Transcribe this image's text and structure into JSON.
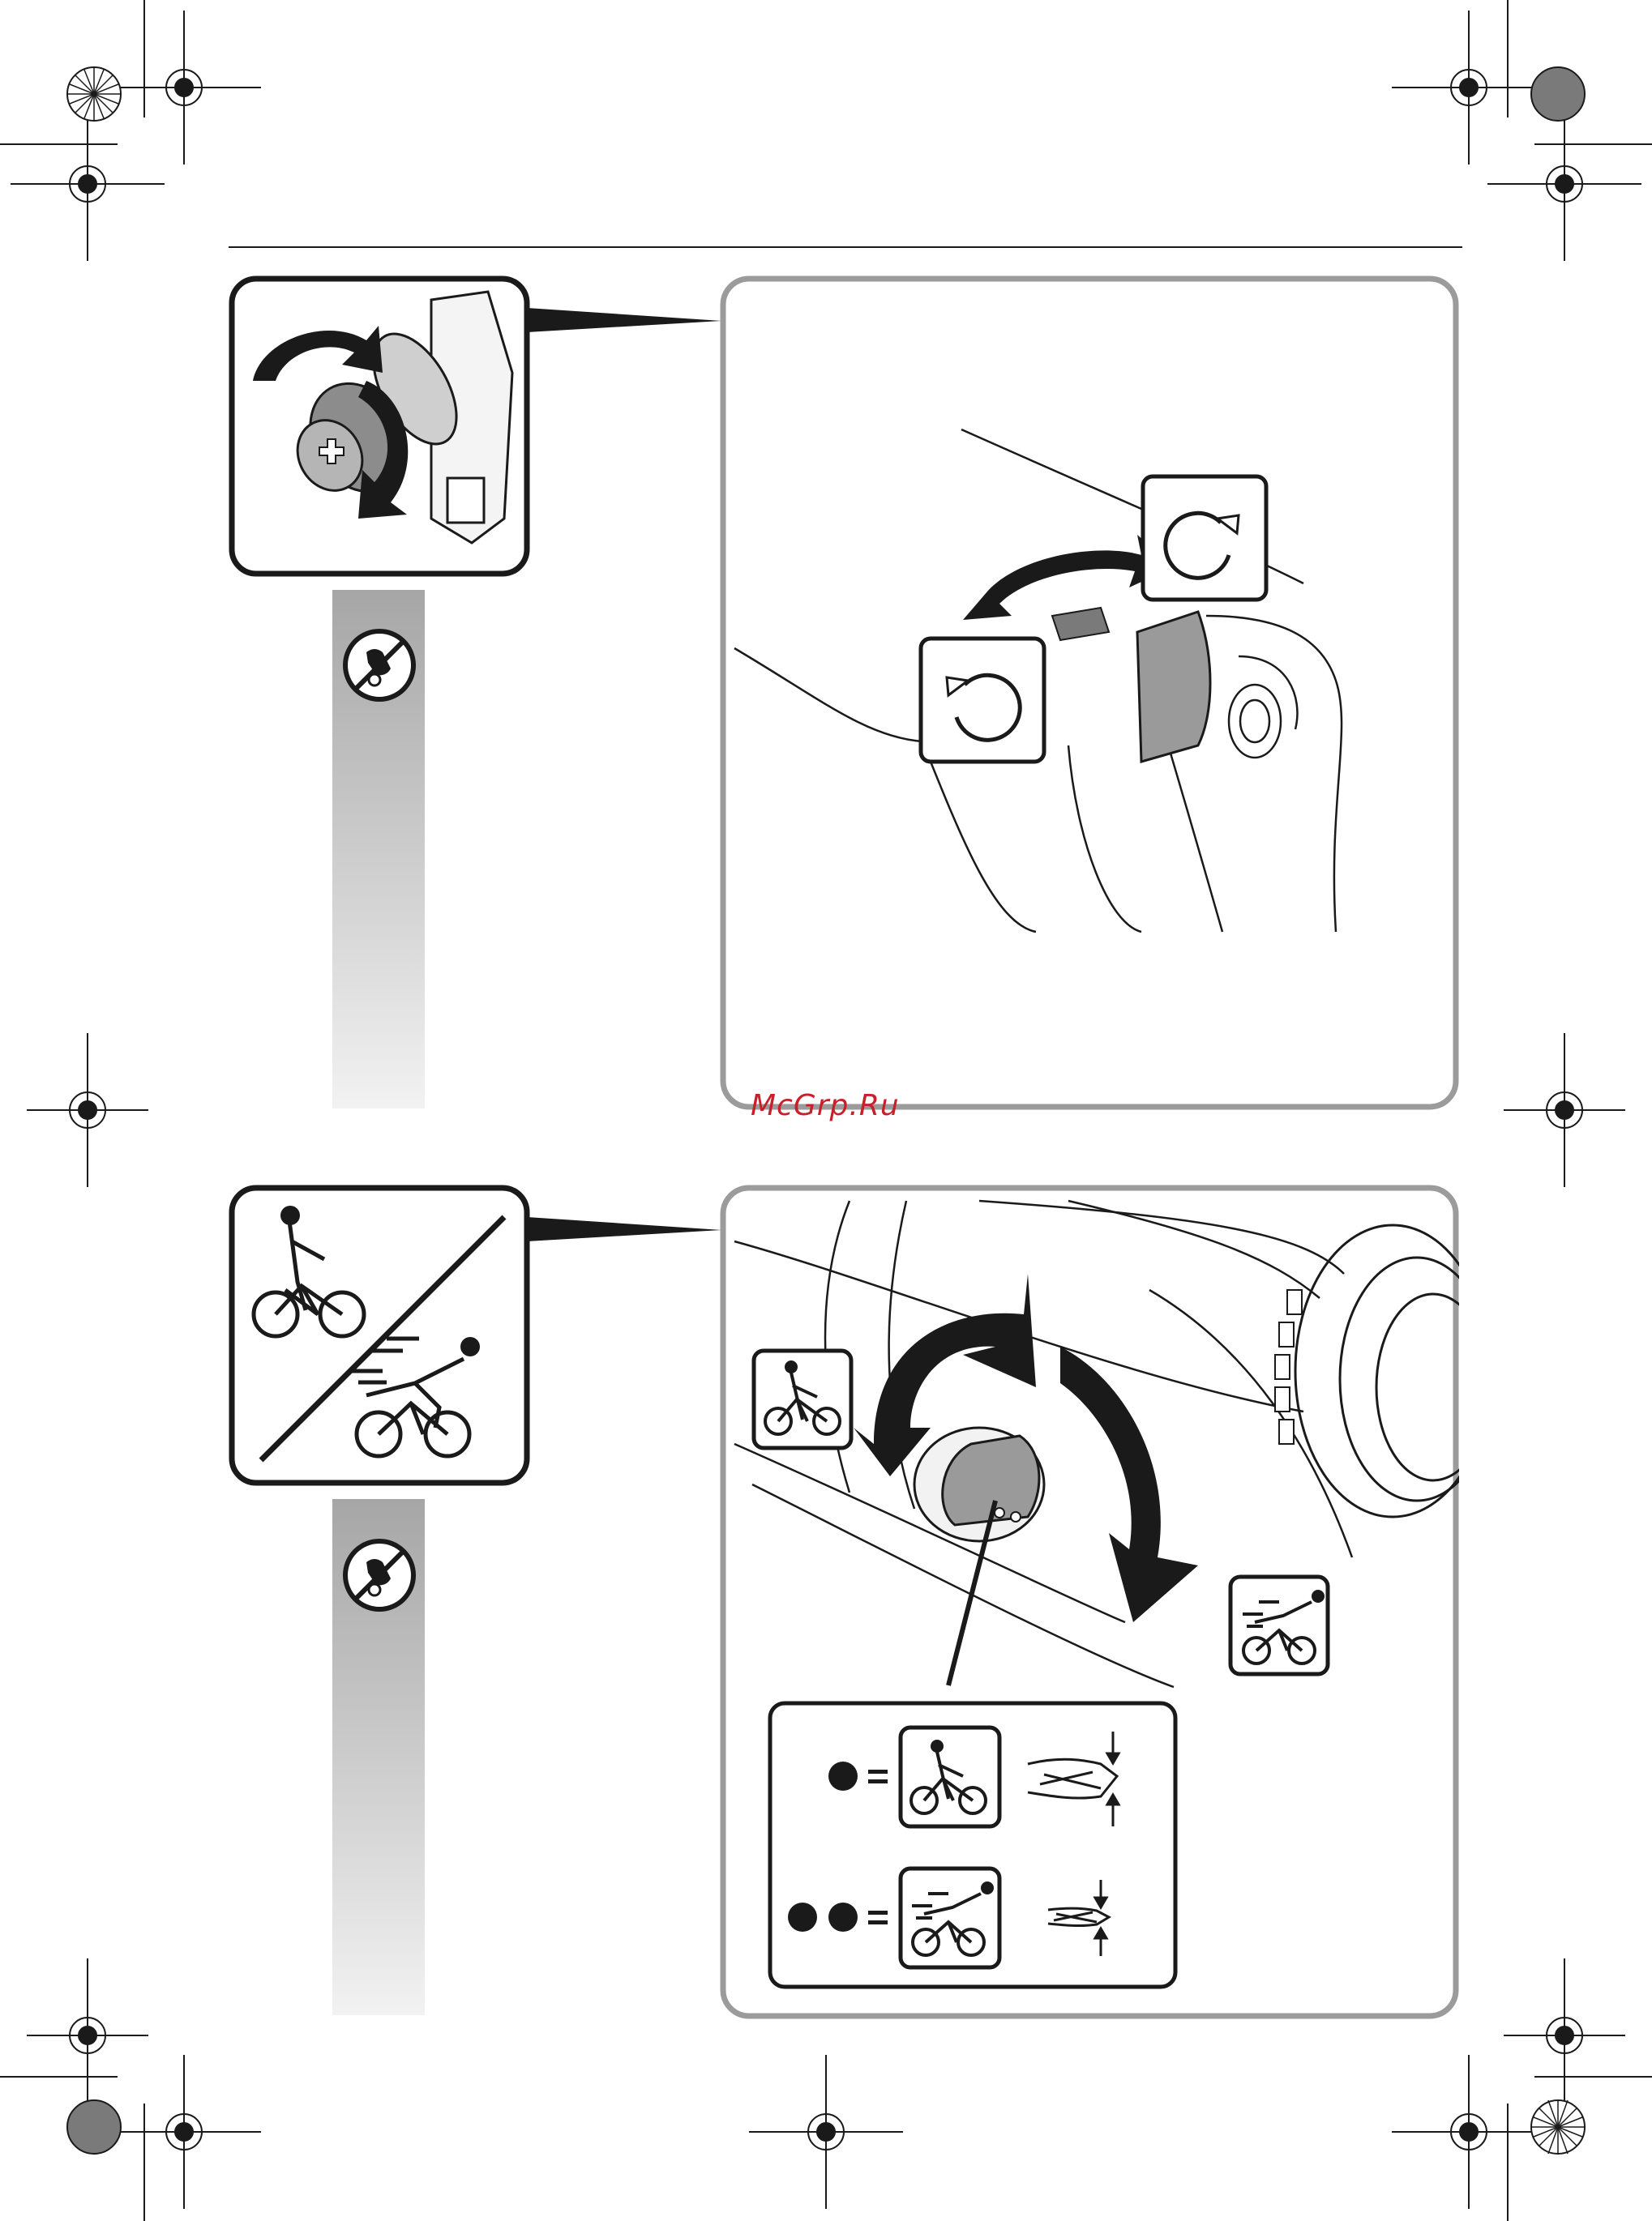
{
  "watermark": {
    "text": "McGrp.Ru"
  },
  "colors": {
    "ink": "#1a1a1a",
    "panel_border": "#9b9b9b",
    "watermark": "#c8202a",
    "bar_top": "#a6a6a6",
    "bar_bottom": "#f2f2f2",
    "shade": "#9a9a9a"
  },
  "figure1": {
    "thumbnail_icon": "keyless-chuck-rotate-icon",
    "sidebar_icon": "no-hand-near-chuck-icon",
    "main_illustration": "rotation-direction-switch",
    "icons": [
      "clockwise-rotation-icon",
      "counterclockwise-rotation-icon"
    ]
  },
  "figure2": {
    "thumbnail_icon": "speed-selection-slow-fast-icon",
    "sidebar_icon": "no-hand-near-chuck-icon",
    "main_illustration": "gear-selector-dial",
    "icons": [
      "low-speed-cyclist-icon",
      "high-speed-cyclist-icon"
    ],
    "legend": {
      "row1": {
        "dots": 1,
        "symbol": "=",
        "icon": "low-speed-cyclist-icon",
        "drill": "large-diameter-drill-icon"
      },
      "row2": {
        "dots": 2,
        "symbol": "=",
        "icon": "high-speed-cyclist-icon",
        "drill": "small-diameter-drill-icon"
      }
    }
  }
}
